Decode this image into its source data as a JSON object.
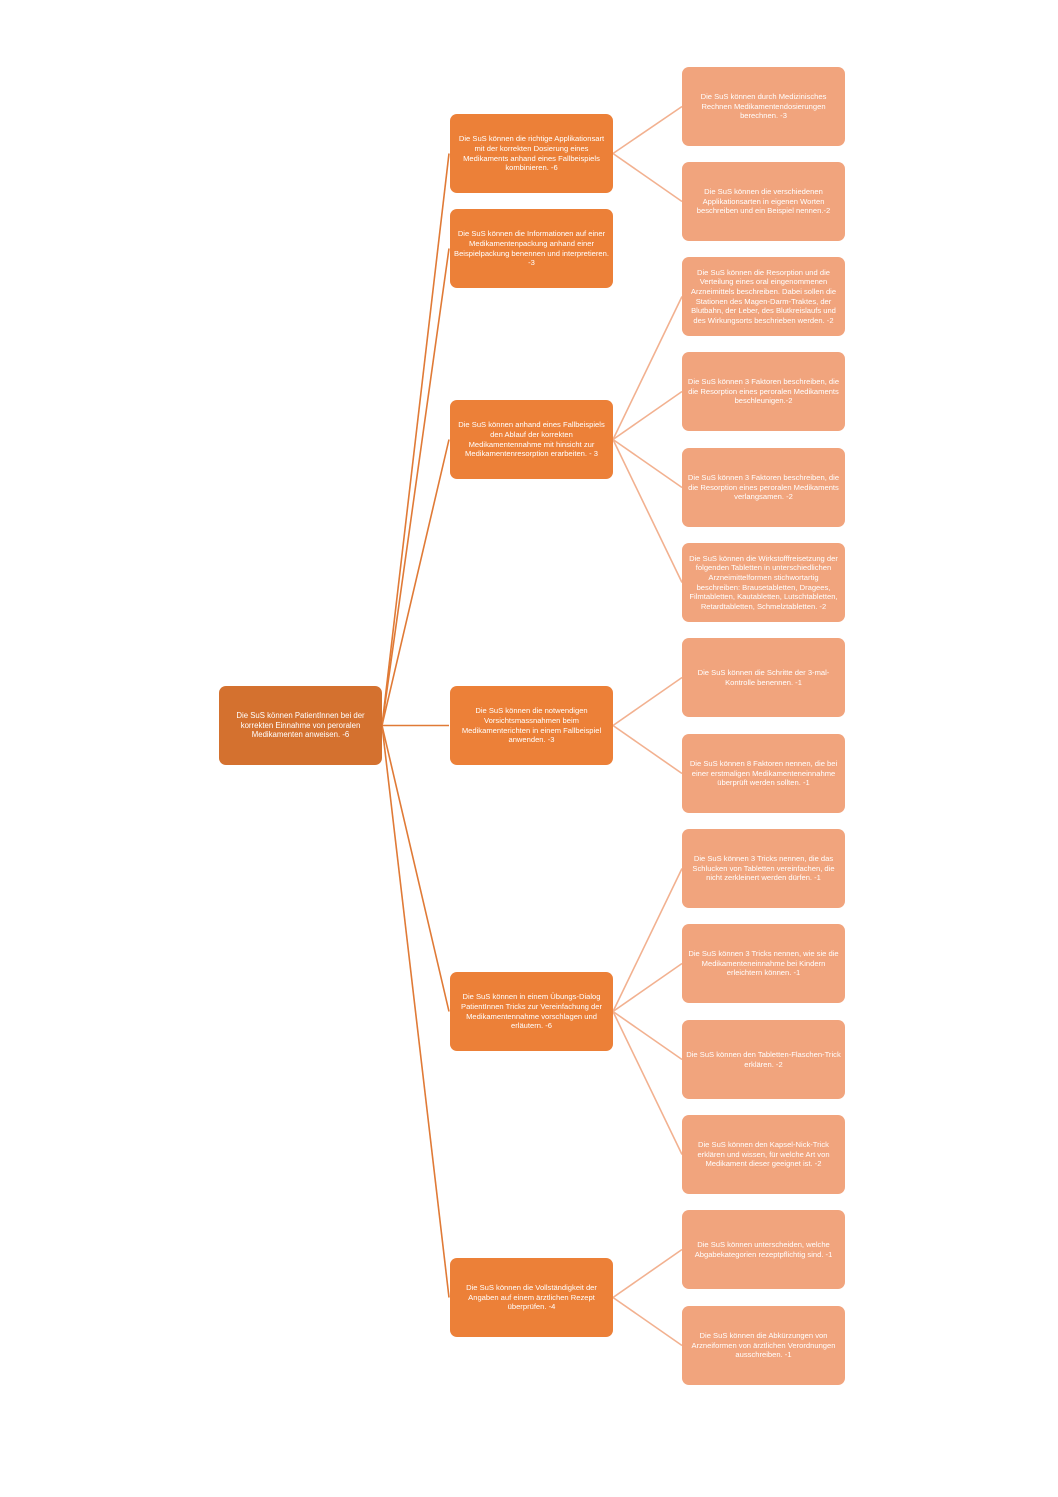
{
  "colors": {
    "root": "#d4712f",
    "mid": "#ec8038",
    "leaf": "#f1a47d",
    "root_line": "#e07a36",
    "leaf_line": "#f2b190"
  },
  "root": {
    "text": "Die SuS können PatientInnen bei der korrekten Einnahme von peroralen Medikamenten anweisen. -6"
  },
  "goals": [
    {
      "text": "Die SuS können die richtige Applikationsart mit der korrekten Dosierung eines Medikaments anhand eines Fallbeispiels kombinieren. -6",
      "subgoals": [
        "Die SuS können durch Medizinisches Rechnen Medikamentendosierungen berechnen. -3",
        "Die SuS können die verschiedenen Applikationsarten in eigenen Worten beschreiben und ein Beispiel nennen.-2"
      ]
    },
    {
      "text": "Die SuS können die Informationen auf einer Medikamentenpackung anhand einer Beispielpackung benennen und interpretieren. -3",
      "subgoals": []
    },
    {
      "text": "Die SuS können anhand eines Fallbeispiels den Ablauf der korrekten Medikamentennahme mit hinsicht zur Medikamentenresorption erarbeiten. - 3",
      "subgoals": [
        "Die SuS können die Resorption und die Verteilung eines oral eingenommenen Arzneimittels beschreiben. Dabei sollen die Stationen des Magen-Darm-Traktes, der Blutbahn, der Leber, des Blutkreislaufs und des Wirkungsorts beschrieben werden. -2",
        "Die SuS können 3 Faktoren beschreiben, die die Resorption eines peroralen Medikaments beschleunigen.-2",
        "Die SuS können 3 Faktoren beschreiben, die die Resorption eines peroralen Medikaments verlangsamen. -2",
        "Die SuS können die Wirkstofffreisetzung der folgenden Tabletten in unterschiedlichen Arzneimittelformen stichwortartig beschreiben: Brausetabletten, Dragees, Filmtabletten, Kautabletten, Lutschtabletten, Retardtabletten, Schmelztabletten. -2"
      ]
    },
    {
      "text": "Die SuS können die notwendigen Vorsichtsmassnahmen beim Medikamenterichten in einem Fallbeispiel anwenden. -3",
      "subgoals": [
        "Die SuS können die Schritte der 3-mal-Kontrolle benennen. -1",
        "Die SuS können 8 Faktoren nennen, die bei einer erstmaligen Medikamenteneinnahme überprüft werden sollten. -1"
      ]
    },
    {
      "text": "Die SuS können in einem Übungs-Dialog PatientInnen Tricks zur Vereinfachung der Medikamentennahme vorschlagen und erläutern. -6",
      "subgoals": [
        "Die SuS können 3 Tricks nennen, die das Schlucken von Tabletten vereinfachen, die nicht zerkleinert werden dürfen. -1",
        "Die SuS können 3 Tricks nennen, wie sie die Medikamenteneinnahme bei Kindern erleichtern können. -1",
        "Die SuS können den Tabletten-Flaschen-Trick erklären. -2",
        "Die SuS können den Kapsel-Nick-Trick erklären und wissen, für welche Art von Medikament dieser geeignet ist. -2"
      ]
    },
    {
      "text": "Die SuS können die Vollständigkeit der Angaben auf einem ärztlichen Rezept überprüfen. -4",
      "subgoals": [
        "Die SuS können unterscheiden, welche Abgabekategorien rezeptpflichtig sind. -1",
        "Die SuS können die Abkürzungen von Arzneiformen von ärztlichen Verordnungen ausschreiben. -1"
      ]
    }
  ]
}
